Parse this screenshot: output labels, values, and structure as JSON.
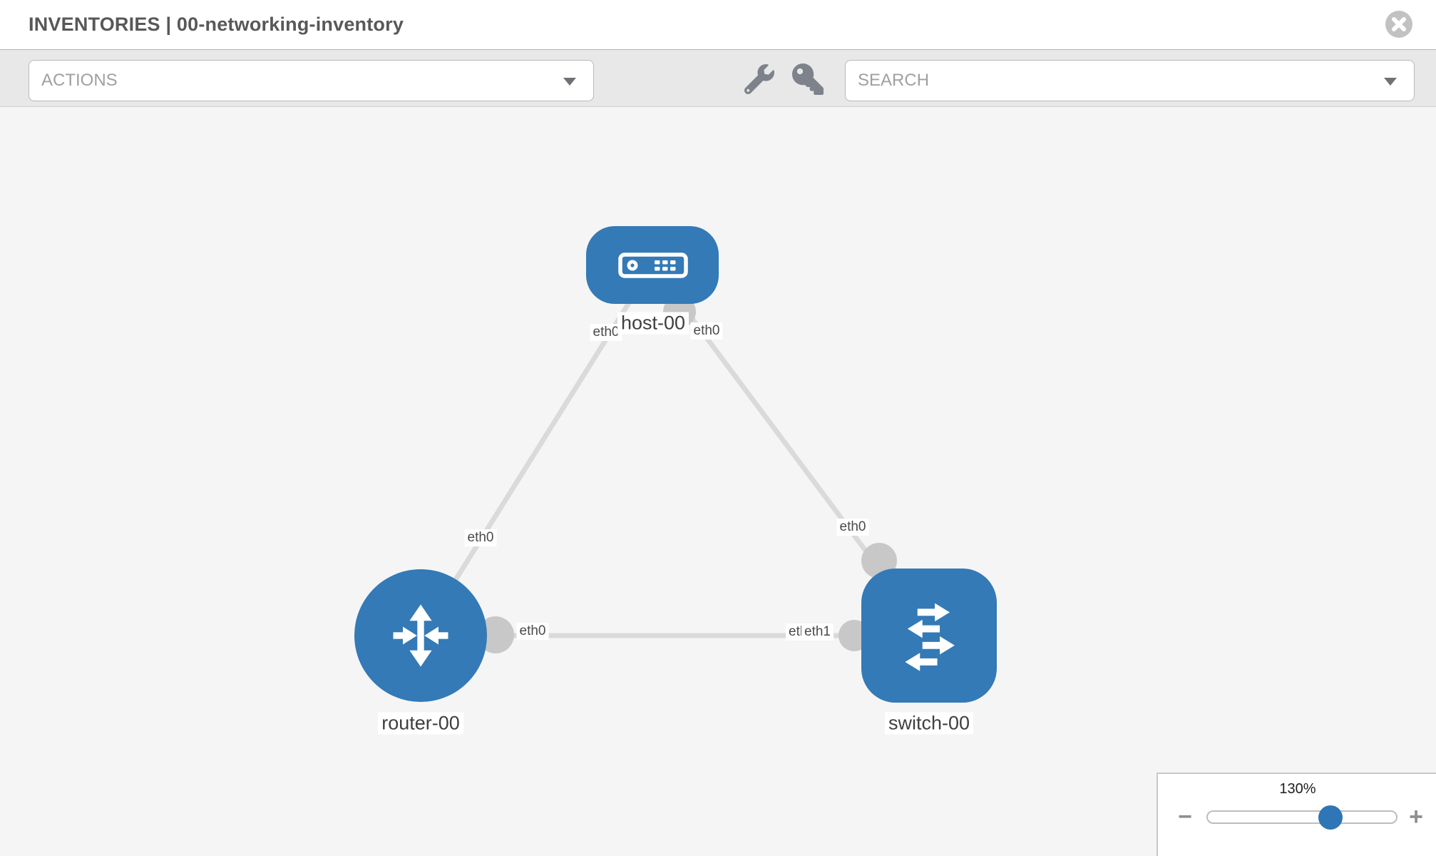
{
  "header": {
    "title": "INVENTORIES | 00-networking-inventory"
  },
  "toolbar": {
    "actions_label": "ACTIONS",
    "search_label": "SEARCH",
    "icons": [
      "wrench-icon",
      "key-icon"
    ]
  },
  "topology": {
    "nodes": [
      {
        "label": "host-00",
        "type": "host"
      },
      {
        "label": "router-00",
        "type": "router"
      },
      {
        "label": "switch-00",
        "type": "switch"
      }
    ],
    "links": [
      {
        "from": "host-00",
        "to": "router-00"
      },
      {
        "from": "host-00",
        "to": "switch-00"
      },
      {
        "from": "router-00",
        "to": "switch-00"
      }
    ],
    "iface_labels": {
      "host_left": "eth0",
      "host_right": "eth0",
      "link_host_router": "eth0",
      "link_host_switch": "eth0",
      "router_right": "eth0",
      "switch_left_back": "eth0",
      "switch_left_front": "eth1"
    }
  },
  "zoom_panel": {
    "level": "130%",
    "percent": 130,
    "minus": "−",
    "plus": "+"
  },
  "colors": {
    "node_blue": "#337ab7",
    "link_gray": "#dadada",
    "dot_gray": "#c8c8c8",
    "toolbar_bg": "#e8e8e8",
    "canvas_bg": "#f5f5f6"
  }
}
